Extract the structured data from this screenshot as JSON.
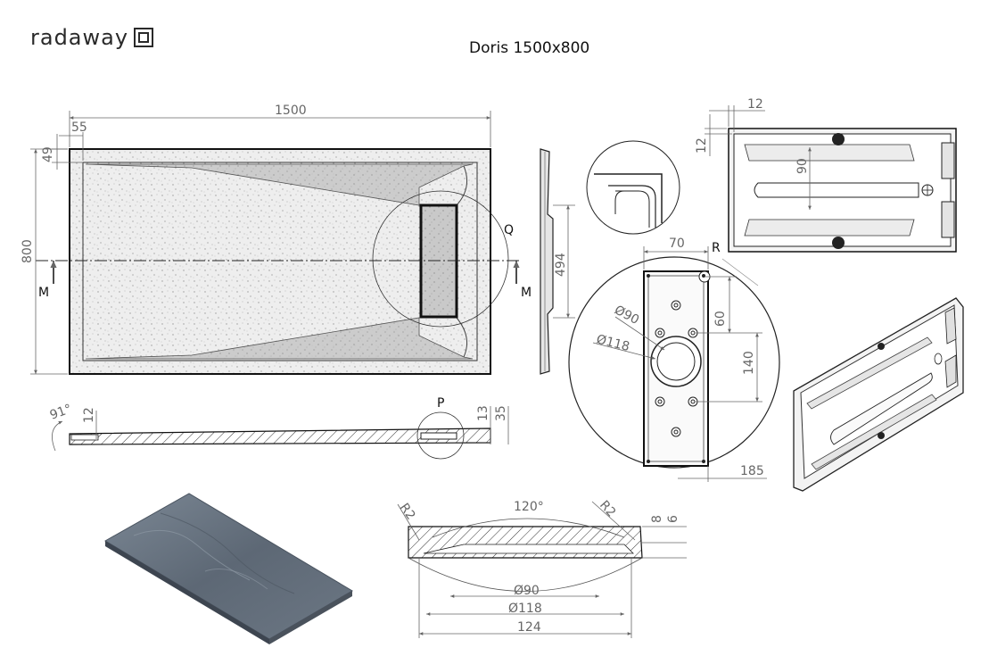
{
  "brand": {
    "name": "radaway"
  },
  "title": "Doris 1500x800",
  "plan": {
    "length": "1500",
    "width": "800",
    "edge_x": "55",
    "edge_y": "49",
    "drain_dist": "494",
    "section_label": "M",
    "detail_label": "Q"
  },
  "side": {
    "angle": "91°",
    "h_left": "12",
    "h_right_1": "13",
    "h_right_2": "35",
    "detail_label": "P"
  },
  "underside": {
    "w": "12",
    "h": "12",
    "slot": "90"
  },
  "detail_r": {
    "label": "R",
    "w": "70",
    "h1": "60",
    "h2": "140",
    "d1": "Ø90",
    "d2": "Ø118",
    "offset": "185"
  },
  "section_drain": {
    "r_left": "R2",
    "r_right": "R2",
    "angle": "120°",
    "h1": "8",
    "h2": "6",
    "d1": "Ø90",
    "d2": "Ø118",
    "w": "124"
  },
  "colors": {
    "line": "#222222",
    "dim": "#666666",
    "stone": "#5f6b78"
  }
}
